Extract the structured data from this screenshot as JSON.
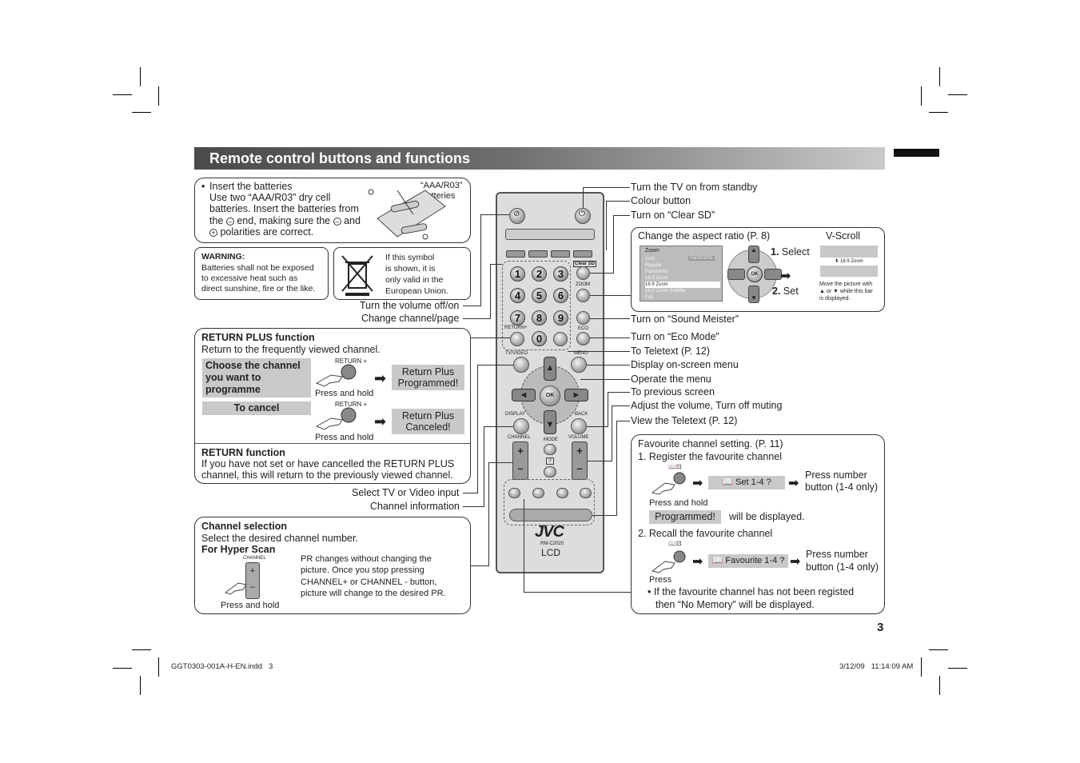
{
  "header": {
    "title": "Remote control buttons and functions"
  },
  "batteries": {
    "bullet": "•",
    "line1": "Insert the batteries",
    "line2": "Use two “AAA/R03” dry cell",
    "line3": "batteries. Insert the batteries from",
    "line4a": "the",
    "line4b": "end, making sure the",
    "line4c": "and",
    "line5": "polarities are correct.",
    "callout1": "“AAA/R03”",
    "callout2": "Batteries"
  },
  "warning": {
    "title": "WARNING:",
    "line1": "Batteries shall not be exposed",
    "line2": "to excessive heat such as",
    "line3": "direct sunshine, fire or the like."
  },
  "eu": {
    "line1": "If this symbol",
    "line2": "is shown, it is",
    "line3": "only valid in the",
    "line4": "European Union."
  },
  "left_labels": {
    "volume_off_on": "Turn the volume off/on",
    "change_channel": "Change channel/page",
    "select_tv_video": "Select TV or Video input",
    "channel_info": "Channel information"
  },
  "return_plus": {
    "title": "RETURN PLUS function",
    "desc": "Return to the frequently viewed channel.",
    "choose": "Choose the channel you want to programme",
    "to_cancel": "To cancel",
    "button_label1": "RETURN +",
    "button_label2": "RETURN +",
    "press_hold1": "Press and hold",
    "press_hold2": "Press and hold",
    "result1a": "Return Plus",
    "result1b": "Programmed!",
    "result2a": "Return Plus",
    "result2b": "Canceled!",
    "return_title": "RETURN function",
    "return_desc1": "If you have not set or have cancelled the RETURN PLUS",
    "return_desc2": "channel, this will return to the previously viewed channel."
  },
  "channel_selection": {
    "title": "Channel selection",
    "desc": "Select the desired channel number.",
    "hyper": "For Hyper Scan",
    "channel_label": "CHANNEL",
    "press_hold": "Press and hold",
    "note1": "PR changes without changing the",
    "note2": "picture. Once you stop pressing",
    "note3": "CHANNEL+ or CHANNEL - button,",
    "note4": "picture will change to the desired PR."
  },
  "right_labels": {
    "standby": "Turn the TV on from standby",
    "colour": "Colour button",
    "clear_sd": "Turn on “Clear SD”",
    "sound_meister": "Turn on “Sound Meister”",
    "eco": "Turn on “Eco Mode”",
    "teletext": "To Teletext (P. 12)",
    "onscreen_menu": "Display on-screen menu",
    "operate_menu": "Operate the menu",
    "prev_screen": "To previous screen",
    "volume": "Adjust the volume, Turn off muting",
    "view_teletext": "View the Teletext (P. 12)"
  },
  "aspect": {
    "title": "Change the aspect ratio (P. 8)",
    "vscroll": "V-Scroll",
    "menu_title": "Zoom",
    "menu_items": [
      "Auto",
      "Regular",
      "Panoramic",
      "14:9 Zoom",
      "16:9 Zoom",
      "16:9 Zoom Subtitle",
      "Full"
    ],
    "menu_side": "Panoramic",
    "select": "Select",
    "set": "Set",
    "step1": "1.",
    "step2": "2.",
    "ok": "OK",
    "vscroll_label": "16:9 Zoom",
    "vscroll_note1": "Move the picture with",
    "vscroll_note2": "▲ or ▼ while this bar",
    "vscroll_note3": "is displayed."
  },
  "favourite": {
    "title": "Favourite channel setting. (P. 11)",
    "step1": "1. Register the favourite channel",
    "set_label": "Set 1-4 ?",
    "press_number1": "Press number",
    "press_number1b": "button (1-4 only)",
    "press_hold": "Press and hold",
    "programmed": "Programmed!",
    "will_display": "will be displayed.",
    "step2": "2. Recall the favourite channel",
    "fav_label": "Favourite 1-4 ?",
    "press_number2": "Press number",
    "press_number2b": "button (1-4 only)",
    "press": "Press",
    "note1": "If the favourite channel has not been registed",
    "note2": "then “No Memory” will be displayed."
  },
  "remote": {
    "return_label": "RETURN+",
    "tvvideo": "TV/VIDEO",
    "menu": "MENU",
    "display": "DISPLAY",
    "back": "BACK",
    "channel": "CHANNEL",
    "mode": "MODE",
    "volume": "VOLUME",
    "zoom": "ZOOM",
    "eco": "ECO",
    "clear_sd": "Clear SD",
    "ok": "OK",
    "brand": "JVC",
    "model": "RM-C2020",
    "lcd": "LCD",
    "numbers": [
      "1",
      "2",
      "3",
      "4",
      "5",
      "6",
      "7",
      "8",
      "9",
      "0"
    ]
  },
  "footer": {
    "page": "3",
    "file": "GGT0303-001A-H-EN.indd   3",
    "date": "3/12/09   11:14:09 AM"
  }
}
